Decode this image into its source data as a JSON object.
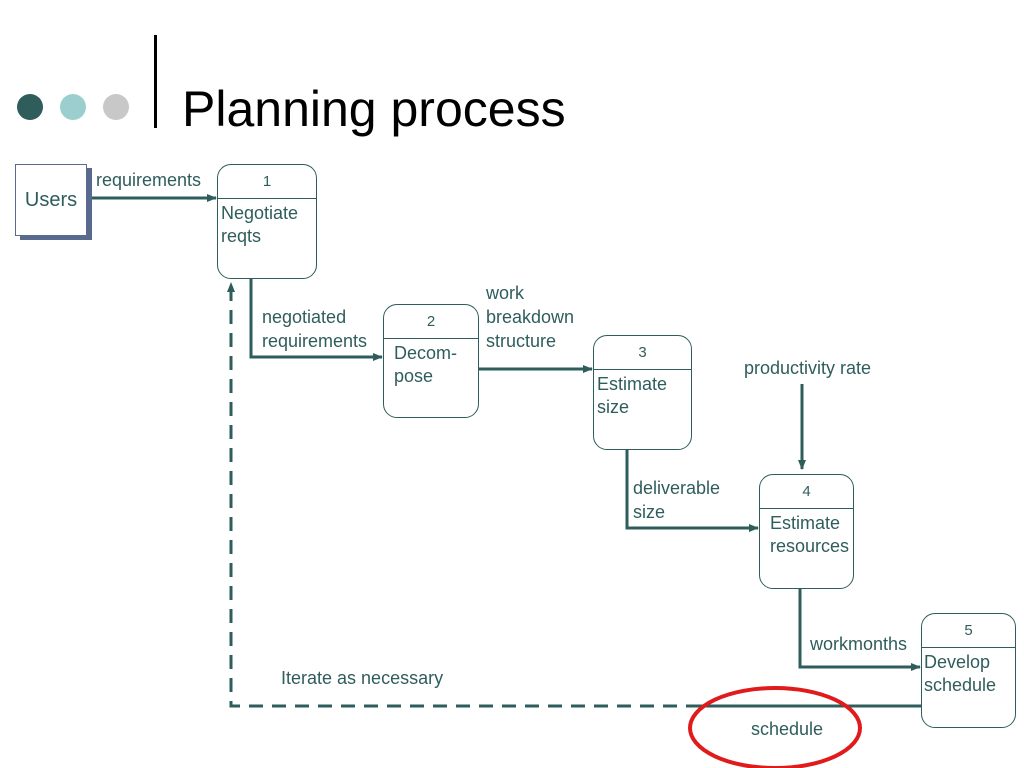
{
  "slide": {
    "title": "Planning process",
    "dot_colors": [
      "#2f5d5c",
      "#9bcfcf",
      "#c8c8c8"
    ]
  },
  "diagram": {
    "external_entity": "Users",
    "processes": [
      {
        "num": "1",
        "label": "Negotiate\nreqts"
      },
      {
        "num": "2",
        "label": "Decom-\npose"
      },
      {
        "num": "3",
        "label": "Estimate\nsize"
      },
      {
        "num": "4",
        "label": "Estimate\nresources"
      },
      {
        "num": "5",
        "label": "Develop\nschedule"
      }
    ],
    "flows": {
      "requirements": "requirements",
      "negotiated_requirements": "negotiated\nrequirements",
      "work_breakdown_structure": "work\nbreakdown\nstructure",
      "productivity_rate": "productivity rate",
      "deliverable_size": "deliverable\nsize",
      "workmonths": "workmonths",
      "iterate": "Iterate as necessary",
      "schedule": "schedule"
    },
    "colors": {
      "line": "#2f5d5c",
      "highlight": "#e01b1b",
      "entity_border": "#5a6a8e"
    }
  }
}
